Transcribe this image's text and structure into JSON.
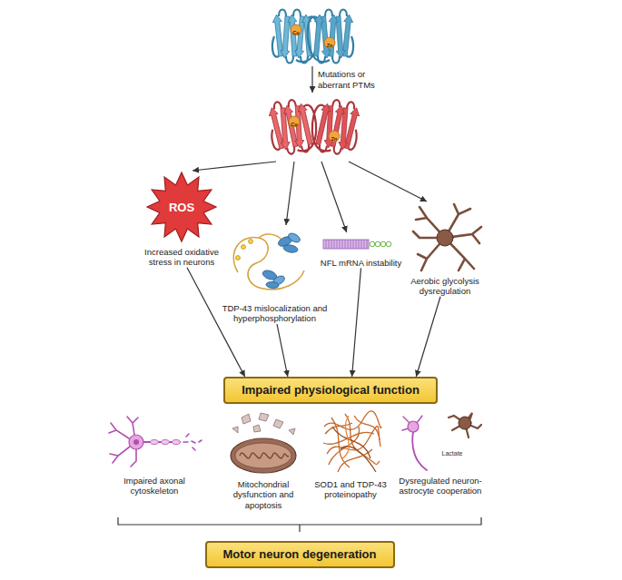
{
  "diagram": {
    "nodes": [
      {
        "text": [
          "Cu",
          "Zn"
        ]
      },
      {
        "text": [
          "Cu",
          "Zn"
        ]
      },
      {
        "text": [
          "ROS",
          "Increased oxidative stress in neurons"
        ]
      },
      {
        "text": [
          "TDP-43 mislocalization and hyperphosphorylation"
        ]
      },
      {
        "text": [
          "NFL mRNA instability"
        ]
      },
      {
        "text": [
          "Aerobic glycolysis dysregulation"
        ]
      },
      {
        "text": [
          "Impaired physiological function"
        ]
      },
      {
        "text": [
          "Impaired axonal cytoskeleton"
        ]
      },
      {
        "text": [
          "Mitochondrial dysfunction and apoptosis"
        ]
      },
      {
        "text": [
          "SOD1 and TDP-43 proteinopathy"
        ]
      },
      {
        "text": [
          "Lactate",
          "Dysregulated neuron-astrocyte cooperation"
        ]
      },
      {
        "text": [
          "Motor neuron degeneration"
        ]
      }
    ],
    "edges": [
      {
        "from": 0,
        "to": 1,
        "arrow": "to",
        "label": "Mutations or aberrant PTMs"
      },
      {
        "from": 1,
        "to": 2,
        "arrow": "to"
      },
      {
        "from": 1,
        "to": 3,
        "arrow": "to"
      },
      {
        "from": 1,
        "to": 4,
        "arrow": "to"
      },
      {
        "from": 1,
        "to": 5,
        "arrow": "to"
      },
      {
        "from": 2,
        "to": 6,
        "arrow": "to"
      },
      {
        "from": 3,
        "to": 6,
        "arrow": "to"
      },
      {
        "from": 4,
        "to": 6,
        "arrow": "to"
      },
      {
        "from": 5,
        "to": 6,
        "arrow": "to"
      }
    ]
  }
}
